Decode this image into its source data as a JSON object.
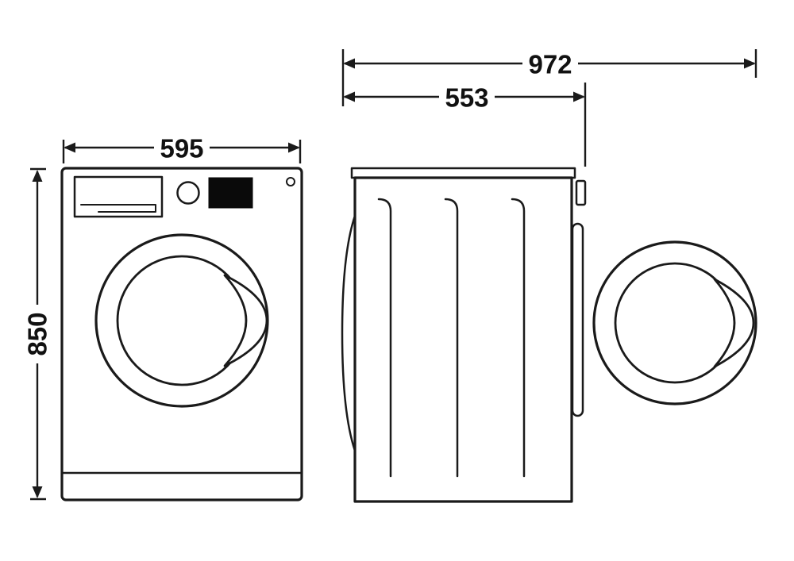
{
  "diagram": {
    "type": "technical-dimension-drawing",
    "subject": "washing-machine-front-and-side-views",
    "dimensions": {
      "width": "595",
      "height": "850",
      "depth": "553",
      "depth_door_open": "972"
    },
    "colors": {
      "line": "#1a1a1a",
      "display_panel": "#0a0a0a",
      "background": "#ffffff"
    }
  }
}
